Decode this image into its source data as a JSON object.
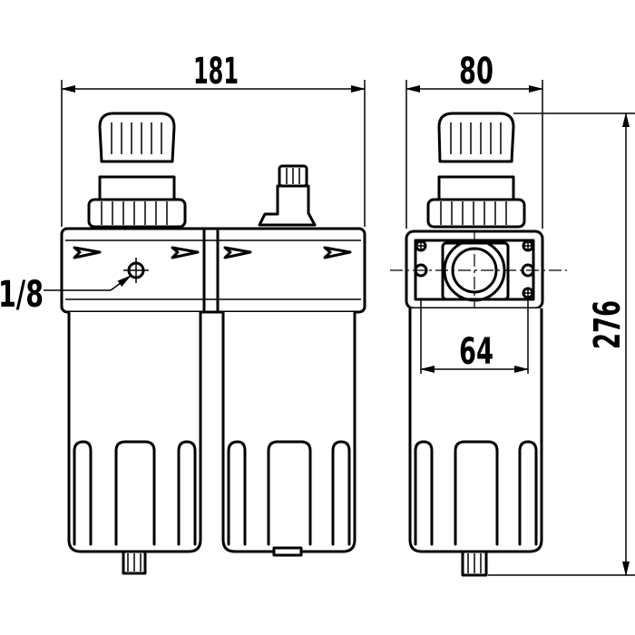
{
  "dimensions": {
    "overall_width": "181",
    "depth": "80",
    "height": "276",
    "mount_spacing": "64",
    "port_thread": "1/8"
  }
}
